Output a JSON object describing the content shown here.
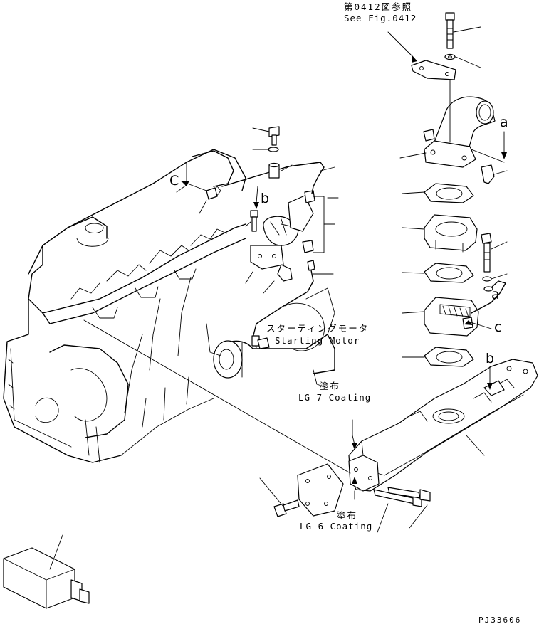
{
  "references": {
    "fig_ref_jp": "第0412図参照",
    "fig_ref_en": "See Fig.0412"
  },
  "callouts": {
    "a_top": "a",
    "a_lower": "a",
    "b_left": "b",
    "b_right": "b",
    "c_left": "C",
    "c_right": "c"
  },
  "notes": {
    "starting_motor_jp": "スターティングモータ",
    "starting_motor_en": "Starting Motor",
    "coating_jp_upper": "塗布",
    "coating_lg7": "LG-7 Coating",
    "coating_jp_lower": "塗布",
    "coating_lg6": "LG-6 Coating"
  },
  "drawing_code": "PJ33606"
}
